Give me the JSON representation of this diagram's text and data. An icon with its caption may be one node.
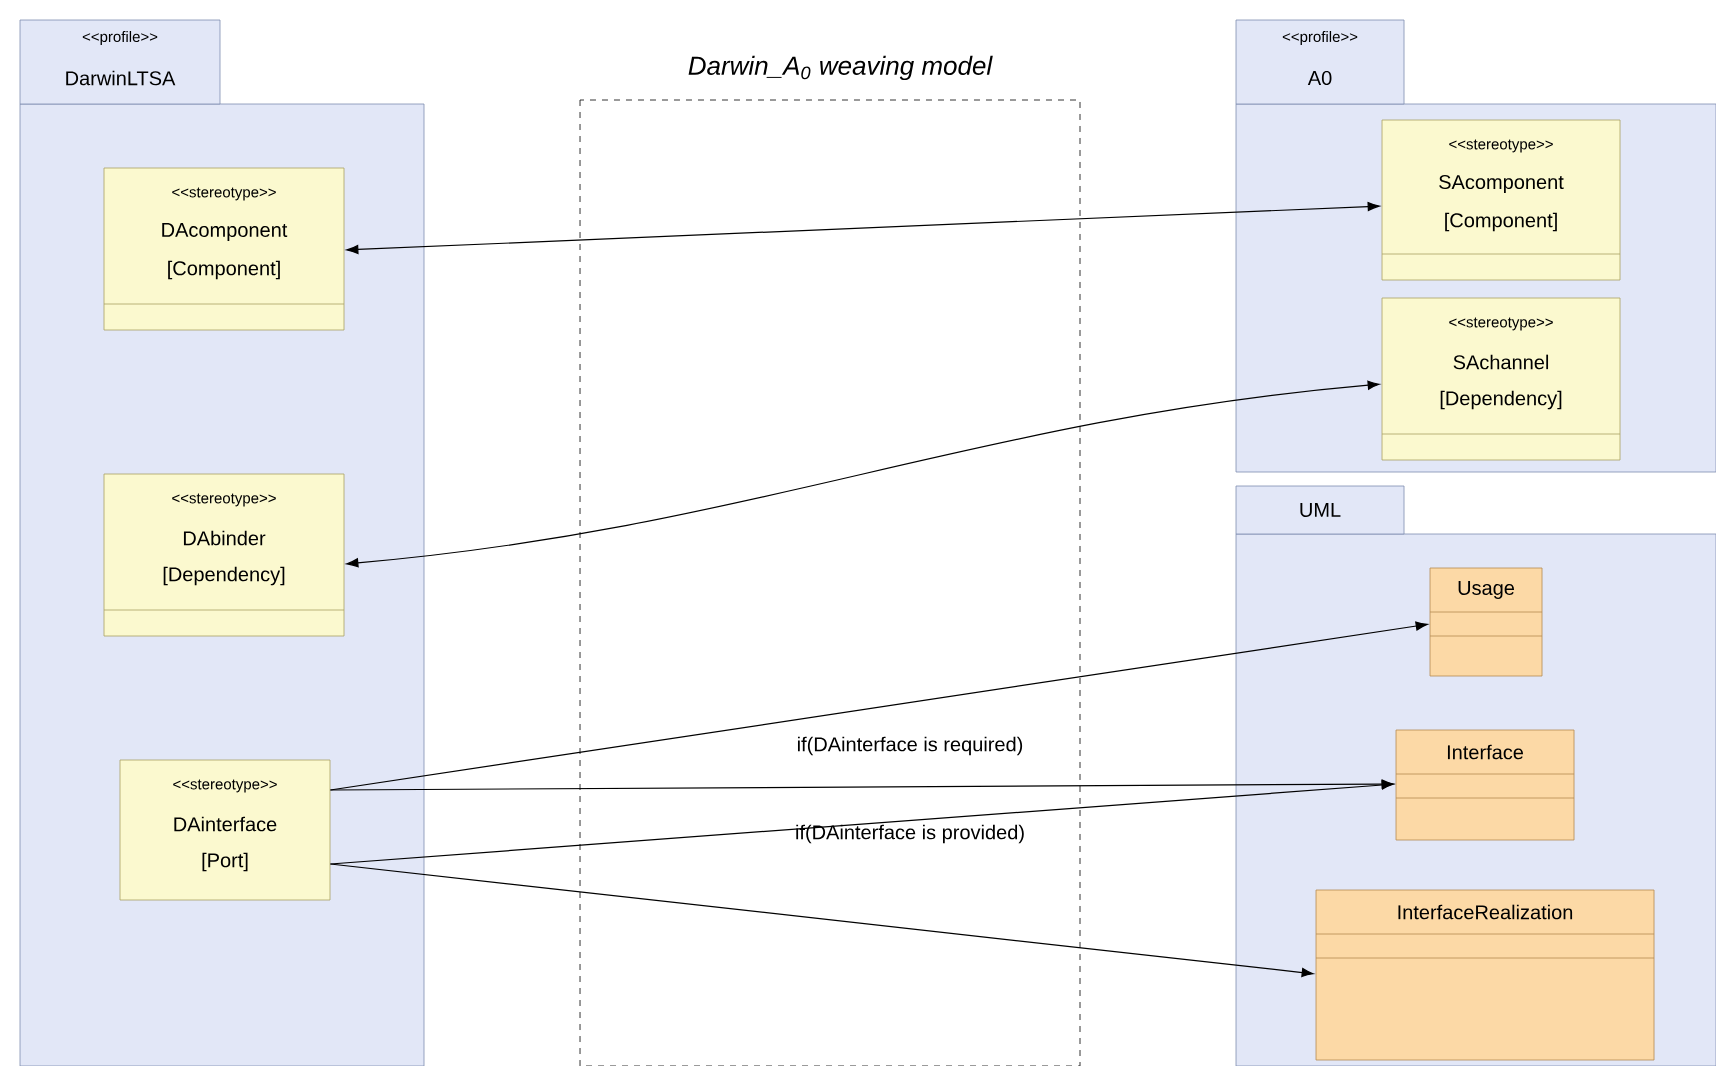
{
  "diagram": {
    "title": "Darwin_A$_{0}$ weaving model",
    "nodes": [
      {
        "text": [
          "<<profile>>",
          "DarwinLTSA"
        ]
      },
      {
        "text": [
          "<<stereotype>>",
          "DAcomponent",
          "[Component]"
        ],
        "in": 0
      },
      {
        "text": [
          "<<stereotype>>",
          "DAbinder",
          "[Dependency]"
        ],
        "in": 0
      },
      {
        "text": [
          "<<stereotype>>",
          "DAinterface",
          "[Port]"
        ],
        "in": 0
      },
      {
        "text": [
          "<<profile>>",
          "A0"
        ]
      },
      {
        "text": [
          "<<stereotype>>",
          "SAcomponent",
          "[Component]"
        ],
        "in": 4
      },
      {
        "text": [
          "<<stereotype>>",
          "SAchannel",
          "[Dependency]"
        ],
        "in": 4
      },
      {
        "text": [
          "UML"
        ]
      },
      {
        "text": [
          "Usage"
        ],
        "in": 7
      },
      {
        "text": [
          "Interface"
        ],
        "in": 7
      },
      {
        "text": [
          "InterfaceRealization"
        ],
        "in": 7
      }
    ],
    "edges": [
      {
        "from": 1,
        "to": 5,
        "arrow": "both"
      },
      {
        "from": 2,
        "to": 6,
        "arrow": "both"
      },
      {
        "from": 3,
        "to": 8,
        "arrow": "to"
      },
      {
        "from": 3,
        "to": 9,
        "arrow": "to"
      },
      {
        "from": 3,
        "to": 9,
        "arrow": "to"
      },
      {
        "from": 3,
        "to": 10,
        "arrow": "to"
      }
    ],
    "labels": [
      "if(DAinterface is required)",
      "if(DAinterface is provided)"
    ]
  }
}
